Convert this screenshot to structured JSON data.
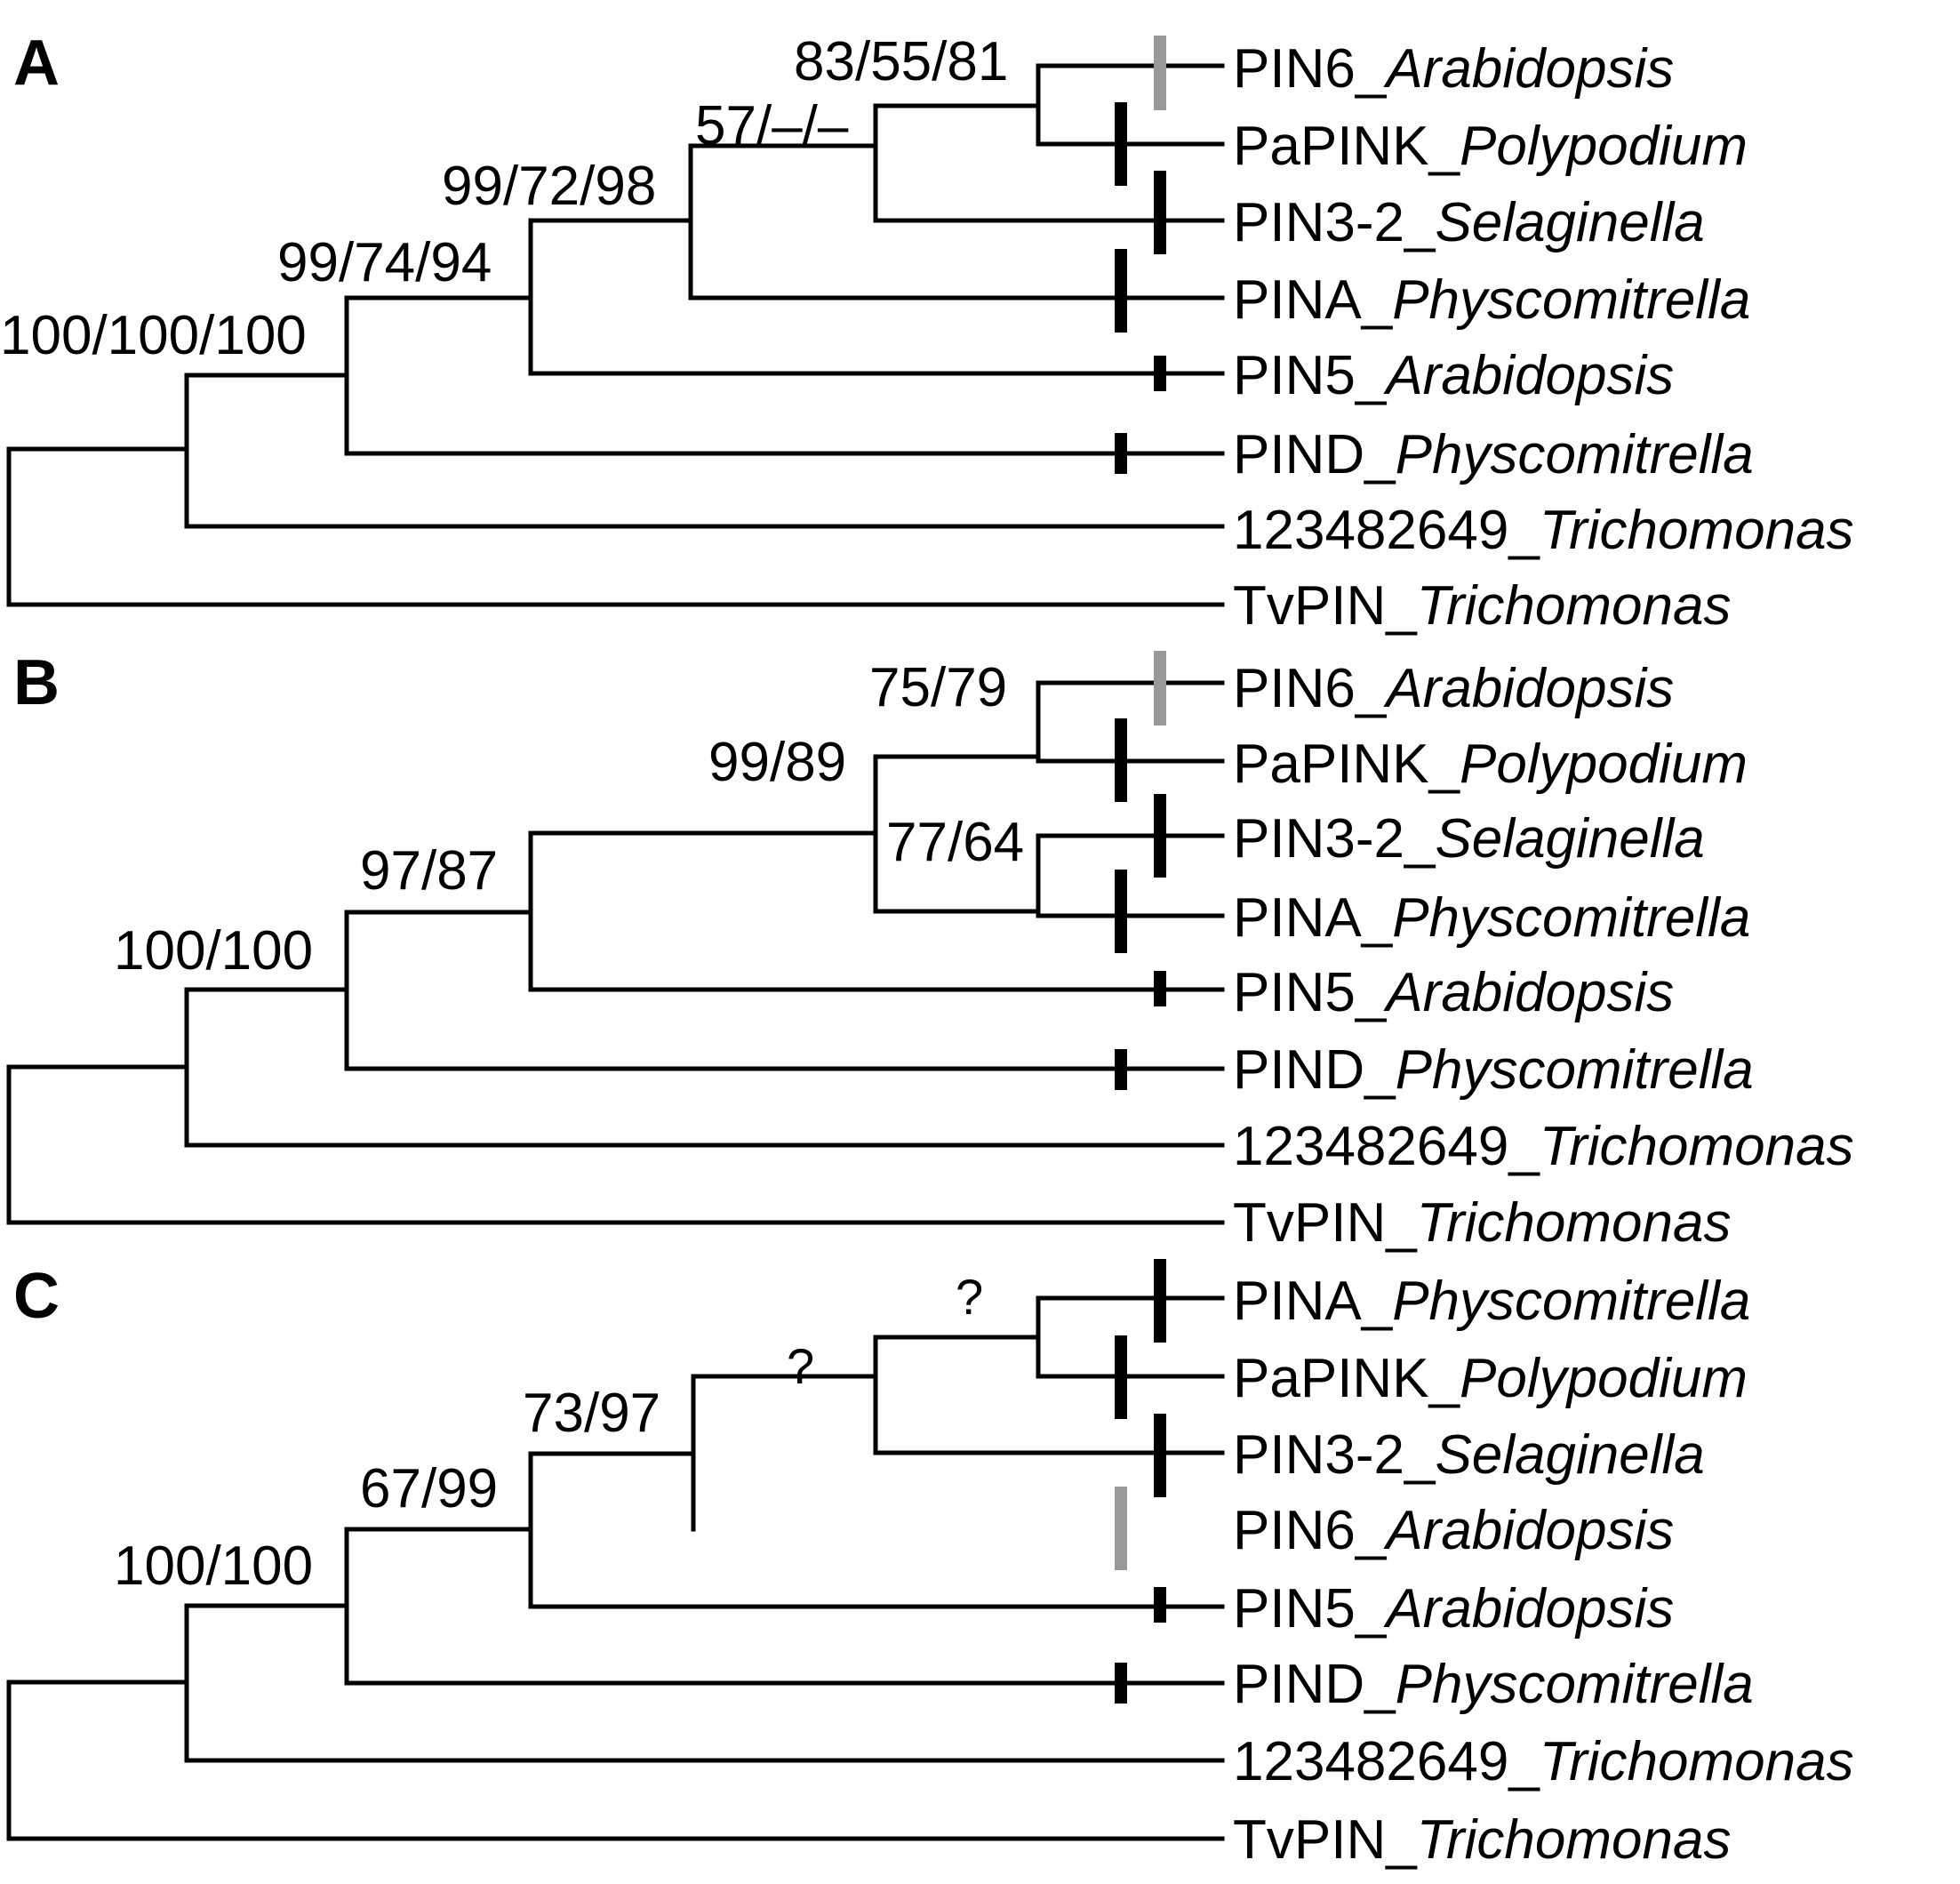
{
  "colors": {
    "dark_mark": "#000000",
    "gray_mark": "#999999",
    "line": "#000000"
  },
  "panels": [
    {
      "label": "A",
      "tips": [
        {
          "gene": "PIN6_",
          "species": "Arabidopsis",
          "mark": "gray"
        },
        {
          "gene": "PaPINK_",
          "species": "Polypodium",
          "mark": "dark"
        },
        {
          "gene": "PIN3-2_",
          "species": "Selaginella",
          "mark": "dark"
        },
        {
          "gene": "PINA_",
          "species": "Physcomitrella",
          "mark": "dark"
        },
        {
          "gene": "PIN5_",
          "species": "Arabidopsis",
          "mark": "dark-short"
        },
        {
          "gene": "PIND_",
          "species": "Physcomitrella",
          "mark": "dark-short"
        },
        {
          "gene": "123482649_",
          "species": "Trichomonas",
          "mark": "none"
        },
        {
          "gene": "TvPIN_",
          "species": "Trichomonas",
          "mark": "none"
        }
      ],
      "supports": [
        "100/100/100",
        "99/74/94",
        "99/72/98",
        "57/–/–",
        "83/55/81"
      ]
    },
    {
      "label": "B",
      "tips": [
        {
          "gene": "PIN6_",
          "species": "Arabidopsis",
          "mark": "gray"
        },
        {
          "gene": "PaPINK_",
          "species": "Polypodium",
          "mark": "dark"
        },
        {
          "gene": "PIN3-2_",
          "species": "Selaginella",
          "mark": "dark"
        },
        {
          "gene": "PINA_",
          "species": "Physcomitrella",
          "mark": "dark"
        },
        {
          "gene": "PIN5_",
          "species": "Arabidopsis",
          "mark": "dark-short"
        },
        {
          "gene": "PIND_",
          "species": "Physcomitrella",
          "mark": "dark-short"
        },
        {
          "gene": "123482649_",
          "species": "Trichomonas",
          "mark": "none"
        },
        {
          "gene": "TvPIN_",
          "species": "Trichomonas",
          "mark": "none"
        }
      ],
      "supports": [
        "100/100",
        "97/87",
        "99/89",
        "75/79",
        "77/64"
      ]
    },
    {
      "label": "C",
      "tips": [
        {
          "gene": "PINA_",
          "species": "Physcomitrella",
          "mark": "dark"
        },
        {
          "gene": "PaPINK_",
          "species": "Polypodium",
          "mark": "dark"
        },
        {
          "gene": "PIN3-2_",
          "species": "Selaginella",
          "mark": "dark"
        },
        {
          "gene": "PIN6_",
          "species": "Arabidopsis",
          "mark": "gray"
        },
        {
          "gene": "PIN5_",
          "species": "Arabidopsis",
          "mark": "dark-short"
        },
        {
          "gene": "PIND_",
          "species": "Physcomitrella",
          "mark": "dark-short"
        },
        {
          "gene": "123482649_",
          "species": "Trichomonas",
          "mark": "none"
        },
        {
          "gene": "TvPIN_",
          "species": "Trichomonas",
          "mark": "none"
        }
      ],
      "supports": [
        "100/100",
        "67/99",
        "73/97",
        "?",
        "?"
      ]
    }
  ]
}
